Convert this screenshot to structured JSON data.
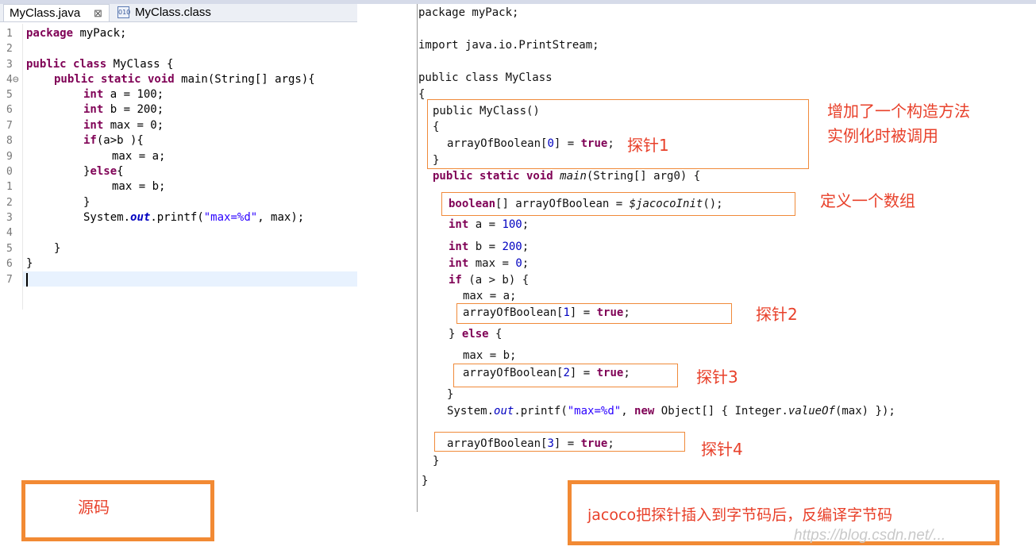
{
  "tabs": {
    "active_label": "MyClass.java",
    "active_close": "⊠",
    "inactive_label": "MyClass.class"
  },
  "source": {
    "line_numbers": [
      "1",
      "2",
      "3",
      "4⊖",
      "5",
      "6",
      "7",
      "8",
      "9",
      "0",
      "1",
      "2",
      "3",
      "4",
      "5",
      "6",
      "7"
    ],
    "l1_kw": "package",
    "l1_rest": " myPack;",
    "l3_kw": "public class",
    "l3_rest": " MyClass {",
    "l4_kw": "public static void",
    "l4_rest": " main(String[] args){",
    "l5_kw": "int",
    "l5_rest": " a = 100;",
    "l6_kw": "int",
    "l6_rest": " b = 200;",
    "l7_kw": "int",
    "l7_rest": " max = 0;",
    "l8_kw": "if",
    "l8_rest": "(a>b ){",
    "l9": "max = a;",
    "l10_pre": "}",
    "l10_kw": "else",
    "l10_post": "{",
    "l11": "max = b;",
    "l12": "}",
    "l13_a": "System.",
    "l13_f": "out",
    "l13_b": ".printf(",
    "l13_s": "\"max=%d\"",
    "l13_c": ", max);",
    "l15": "}",
    "l16": "}"
  },
  "decompiled": {
    "r1": "package myPack;",
    "r2": "import java.io.PrintStream;",
    "r3": "public class MyClass",
    "r4": "{",
    "r5": "public MyClass()",
    "r6": "{",
    "r7_a": "arrayOfBoolean[",
    "r7_n": "0",
    "r7_b": "] = ",
    "r7_t": "true",
    "r7_c": ";",
    "r8": "}",
    "r9_kw": "public static void ",
    "r9_m": "main",
    "r9_rest": "(String[] arg0) {",
    "r10_kw": "boolean",
    "r10_a": "[] arrayOfBoolean = ",
    "r10_f": "$jacocoInit",
    "r10_b": "();",
    "r11_kw": "int",
    "r11_a": " a = ",
    "r11_n": "100",
    "r11_b": ";",
    "r12_kw": "int",
    "r12_a": " b = ",
    "r12_n": "200",
    "r12_b": ";",
    "r13_kw": "int",
    "r13_a": " max = ",
    "r13_n": "0",
    "r13_b": ";",
    "r14_kw": "if",
    "r14_a": " (a > b) {",
    "r15": "max = a;",
    "r16_a": "arrayOfBoolean[",
    "r16_n": "1",
    "r16_b": "] = ",
    "r16_t": "true",
    "r16_c": ";",
    "r17_a": "} ",
    "r17_kw": "else",
    "r17_b": " {",
    "r18": "max = b;",
    "r19_a": "arrayOfBoolean[",
    "r19_n": "2",
    "r19_b": "] = ",
    "r19_t": "true",
    "r19_c": ";",
    "r20": "}",
    "r21_a": "System.",
    "r21_f": "out",
    "r21_b": ".printf(",
    "r21_s": "\"max=%d\"",
    "r21_c": ", ",
    "r21_kw": "new",
    "r21_d": " Object[] { Integer.",
    "r21_v": "valueOf",
    "r21_e": "(max) });",
    "r22_a": "arrayOfBoolean[",
    "r22_n": "3",
    "r22_b": "] = ",
    "r22_t": "true",
    "r22_c": ";",
    "r23": "}",
    "r24": "}"
  },
  "annotations": {
    "ctor_line1": "增加了一个构造方法",
    "ctor_line2": "实例化时被调用",
    "probe1": "探针1",
    "array_def": "定义一个数组",
    "probe2": "探针2",
    "probe3": "探针3",
    "probe4": "探针4",
    "source_label": "源码",
    "jacoco_label": "jacoco把探针插入到字节码后，反编译字节码"
  },
  "watermark": "https://blog.csdn.net/..."
}
